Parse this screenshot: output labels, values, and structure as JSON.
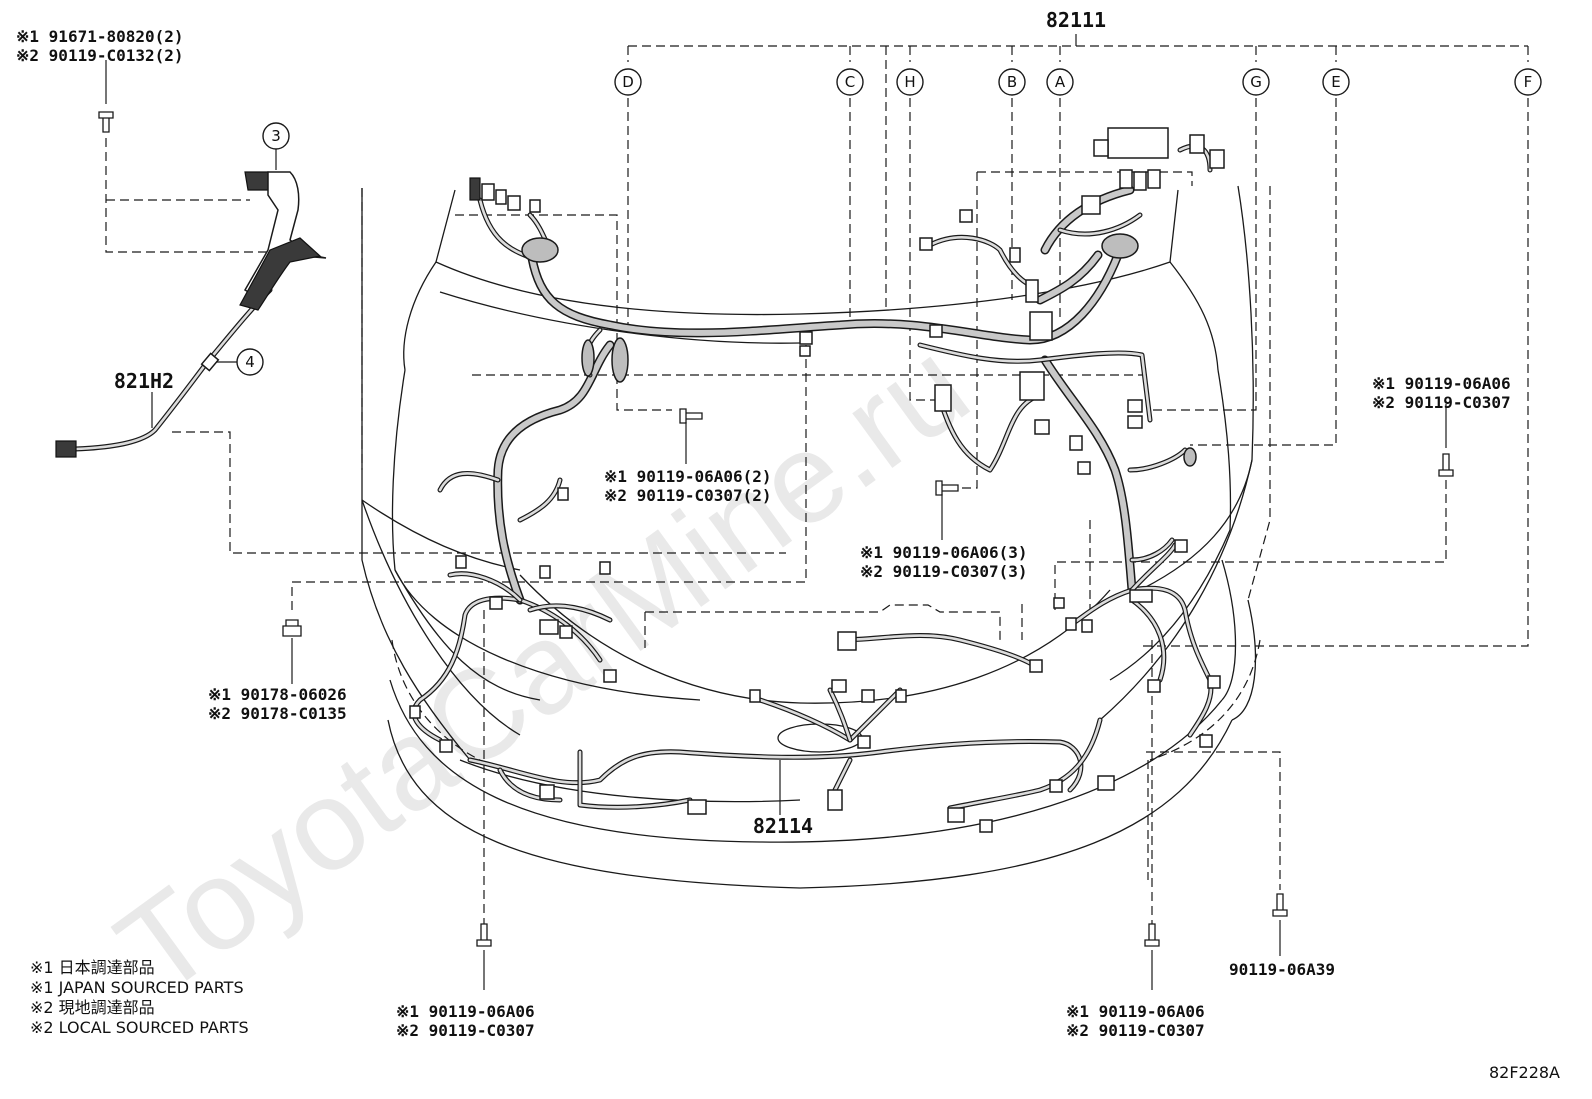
{
  "watermark": "ToyotaCarMine.ru",
  "diagram_code": "82F228A",
  "parts": {
    "main_harness": "82111",
    "front_harness": "82114",
    "sub_harness": "821H2",
    "bolt_right_single": "90119-06A39"
  },
  "callouts": {
    "top_left_bolt": {
      "line1": "※1 91671-80820(2)",
      "line2": "※2 90119-C0132(2)"
    },
    "center_left_bolt": {
      "line1": "※1 90119-06A06(2)",
      "line2": "※2 90119-C0307(2)"
    },
    "center_bolt": {
      "line1": "※1 90119-06A06(3)",
      "line2": "※2 90119-C0307(3)"
    },
    "right_bolt": {
      "line1": "※1 90119-06A06",
      "line2": "※2 90119-C0307"
    },
    "left_nut": {
      "line1": "※1 90178-06026",
      "line2": "※2 90178-C0135"
    },
    "bottom_left_bolt": {
      "line1": "※1 90119-06A06",
      "line2": "※2 90119-C0307"
    },
    "bottom_right_bolt": {
      "line1": "※1 90119-06A06",
      "line2": "※2 90119-C0307"
    }
  },
  "connector_letters": [
    "D",
    "C",
    "H",
    "B",
    "A",
    "G",
    "E",
    "F"
  ],
  "index_numbers": [
    "3",
    "4"
  ],
  "legend": [
    "※1 日本調達部品",
    "※1 JAPAN SOURCED PARTS",
    "※2 現地調達部品",
    "※2 LOCAL SOURCED PARTS"
  ]
}
